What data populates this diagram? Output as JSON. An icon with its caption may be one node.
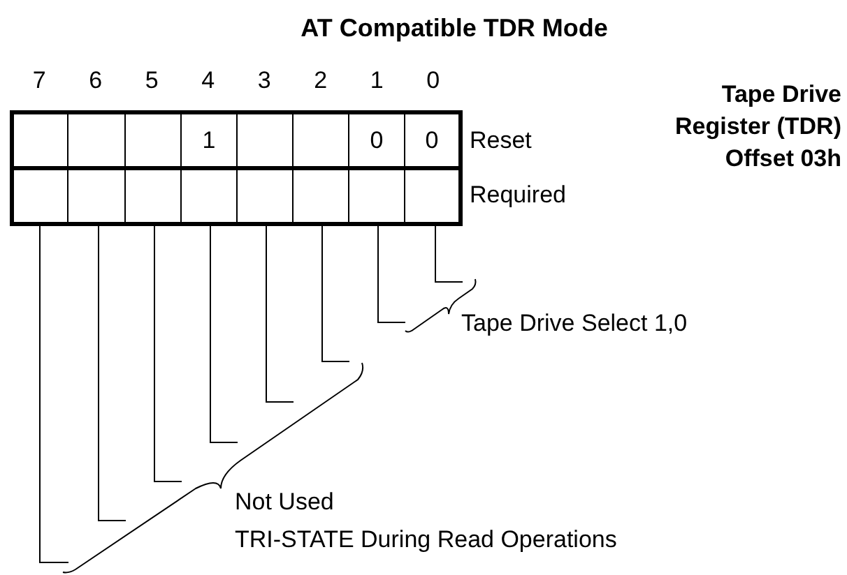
{
  "diagram": {
    "title": "AT Compatible TDR Mode",
    "nodes": [
      {
        "text": [],
        "shape": "box"
      },
      {
        "text": [],
        "shape": "box"
      },
      {
        "text": [],
        "shape": "box"
      },
      {
        "text": [
          "1"
        ]
      },
      {
        "text": [],
        "shape": "box"
      },
      {
        "text": [],
        "shape": "box"
      },
      {
        "text": [
          "0"
        ]
      },
      {
        "text": [
          "0"
        ]
      },
      {
        "text": [],
        "shape": "box"
      },
      {
        "text": [],
        "shape": "box"
      },
      {
        "text": [],
        "shape": "box"
      },
      {
        "text": [],
        "shape": "box"
      },
      {
        "text": [],
        "shape": "box"
      },
      {
        "text": [],
        "shape": "box"
      },
      {
        "text": [],
        "shape": "box"
      },
      {
        "text": [],
        "shape": "box"
      },
      {
        "text": [
          "Tape Drive Select 1,0"
        ]
      },
      {
        "text": [
          "Not Used",
          "TRI-STATE During Read Operations"
        ]
      }
    ],
    "edges": [
      {
        "from": 8,
        "to": 17,
        "arrow": "none"
      },
      {
        "from": 9,
        "to": 17,
        "arrow": "none"
      },
      {
        "from": 10,
        "to": 17,
        "arrow": "none"
      },
      {
        "from": 11,
        "to": 17,
        "arrow": "none"
      },
      {
        "from": 12,
        "to": 17,
        "arrow": "none"
      },
      {
        "from": 13,
        "to": 17,
        "arrow": "none"
      },
      {
        "from": 14,
        "to": 16,
        "arrow": "none"
      },
      {
        "from": 15,
        "to": 16,
        "arrow": "none"
      }
    ],
    "labels": [
      "7",
      "6",
      "5",
      "4",
      "3",
      "2",
      "1",
      "0",
      "Reset",
      "Required",
      "Tape Drive Register (TDR) Offset 03h"
    ]
  }
}
